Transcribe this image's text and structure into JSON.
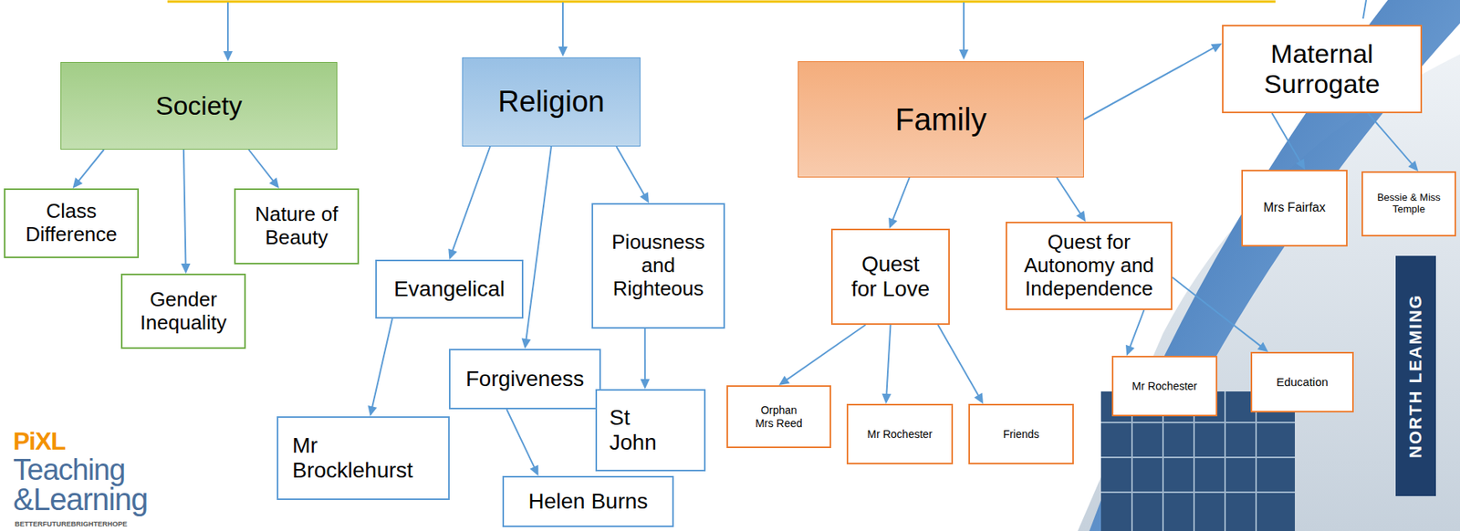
{
  "diagram": {
    "nodes": [
      {
        "text": [
          "Society"
        ]
      },
      {
        "text": [
          "Class Difference"
        ]
      },
      {
        "text": [
          "Gender Inequality"
        ]
      },
      {
        "text": [
          "Nature of Beauty"
        ]
      },
      {
        "text": [
          "Religion"
        ]
      },
      {
        "text": [
          "Evangelical"
        ]
      },
      {
        "text": [
          "Mr Brocklehurst"
        ]
      },
      {
        "text": [
          "Forgiveness"
        ]
      },
      {
        "text": [
          "Helen Burns"
        ]
      },
      {
        "text": [
          "Piousness and Righteous"
        ]
      },
      {
        "text": [
          "St John"
        ]
      },
      {
        "text": [
          "Family"
        ]
      },
      {
        "text": [
          "Quest for Love"
        ]
      },
      {
        "text": [
          "Orphan",
          "Mrs Reed"
        ]
      },
      {
        "text": [
          "Mr Rochester"
        ]
      },
      {
        "text": [
          "Friends"
        ]
      },
      {
        "text": [
          "Quest for Autonomy and Independence"
        ]
      },
      {
        "text": [
          "Mr Rochester"
        ]
      },
      {
        "text": [
          "Education"
        ]
      },
      {
        "text": [
          "Maternal Surrogate"
        ]
      },
      {
        "text": [
          "Mrs Fairfax"
        ]
      },
      {
        "text": [
          "Bessie & Miss Temple"
        ]
      }
    ],
    "edges": [
      {
        "from": 0,
        "to": 1,
        "arrow": "to"
      },
      {
        "from": 0,
        "to": 2,
        "arrow": "to"
      },
      {
        "from": 0,
        "to": 3,
        "arrow": "to"
      },
      {
        "from": 4,
        "to": 5,
        "arrow": "to"
      },
      {
        "from": 4,
        "to": 7,
        "arrow": "to"
      },
      {
        "from": 4,
        "to": 9,
        "arrow": "to"
      },
      {
        "from": 5,
        "to": 6,
        "arrow": "to"
      },
      {
        "from": 7,
        "to": 8,
        "arrow": "to"
      },
      {
        "from": 9,
        "to": 10,
        "arrow": "to"
      },
      {
        "from": 11,
        "to": 12,
        "arrow": "to"
      },
      {
        "from": 11,
        "to": 16,
        "arrow": "to"
      },
      {
        "from": 11,
        "to": 19,
        "arrow": "to"
      },
      {
        "from": 12,
        "to": 13,
        "arrow": "to"
      },
      {
        "from": 12,
        "to": 14,
        "arrow": "to"
      },
      {
        "from": 12,
        "to": 15,
        "arrow": "to"
      },
      {
        "from": 16,
        "to": 17,
        "arrow": "to"
      },
      {
        "from": 16,
        "to": 18,
        "arrow": "to"
      },
      {
        "from": 19,
        "to": 20,
        "arrow": "to"
      },
      {
        "from": 19,
        "to": 21,
        "arrow": "to"
      }
    ],
    "labels": [
      "PiXL",
      "Teaching",
      "&Learning",
      "BETTERFUTUREBRIGHTERHOPE",
      "NORTH LEAMING"
    ]
  }
}
